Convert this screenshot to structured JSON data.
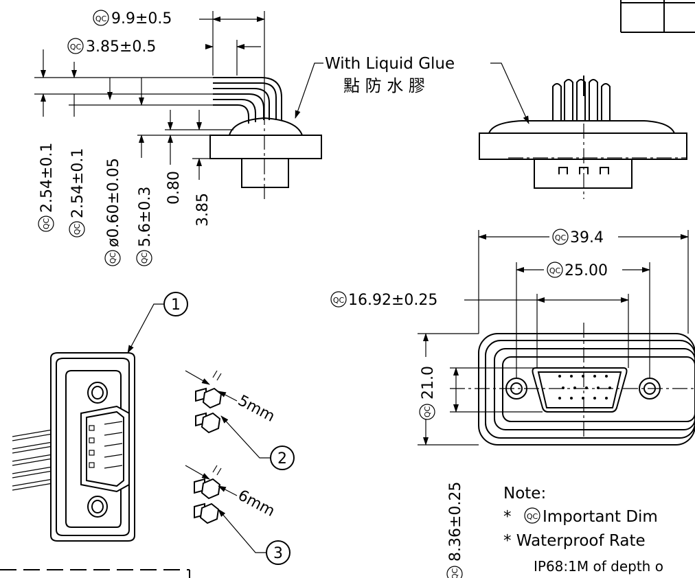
{
  "dimensions": {
    "d_9_9": "9.9±0.5",
    "d_3_85_top": "3.85±0.5",
    "d_2_54_a": "2.54±0.1",
    "d_2_54_b": "2.54±0.1",
    "d_0_60": "ø0.60±0.05",
    "d_5_6": "5.6±0.3",
    "d_0_80": "0.80",
    "d_3_85_side": "3.85",
    "d_39_4": "39.4",
    "d_25_00": "25.00",
    "d_16_92": "16.92±0.25",
    "d_21_0": "21.0",
    "d_8_36": "8.36±0.25"
  },
  "qc_mark": "QC",
  "glue_label_en": "With Liquid Glue",
  "glue_label_zh": "點 防 水 膠",
  "callouts": {
    "c1": "1",
    "c2": "2",
    "c3": "3",
    "len_5": "5mm",
    "len_6": "6mm"
  },
  "notes": {
    "heading": "Note:",
    "line1_prefix": "*",
    "line1_text": "Important Dim",
    "line2": "*  Waterproof Rate",
    "line3": "IP68:1M of depth o"
  }
}
